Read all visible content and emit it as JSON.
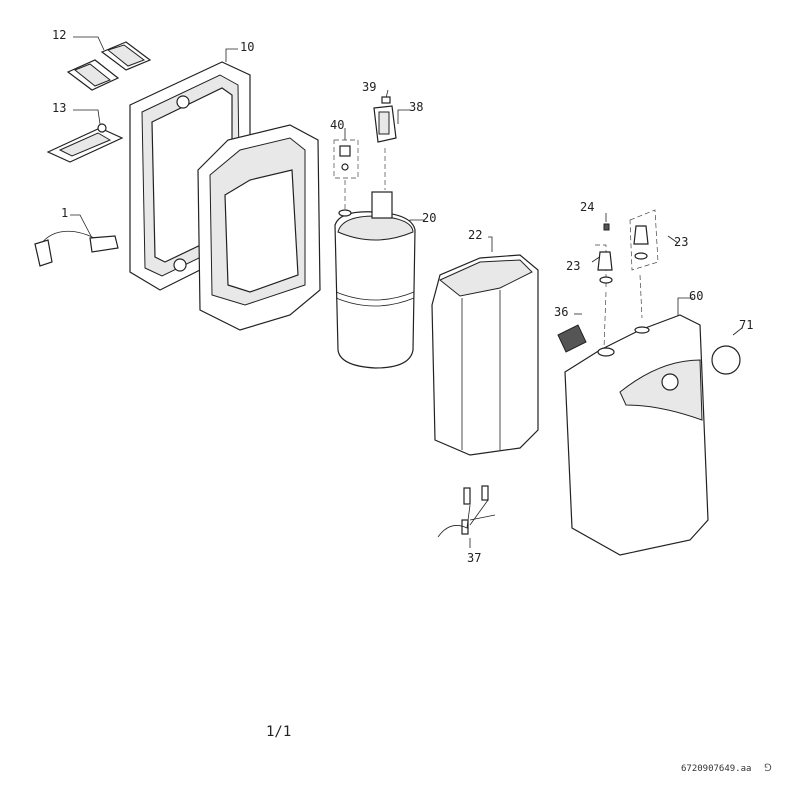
{
  "diagram": {
    "part_labels": {
      "p12": "12",
      "p10": "10",
      "p13": "13",
      "p1": "1",
      "p39": "39",
      "p38": "38",
      "p40": "40",
      "p20": "20",
      "p22": "22",
      "p24": "24",
      "p23a": "23",
      "p23b": "23",
      "p36": "36",
      "p60": "60",
      "p71": "71",
      "p37": "37"
    },
    "page_number": "1/1",
    "document_id": "6720907649.aa",
    "corner_mark": "⅁"
  }
}
